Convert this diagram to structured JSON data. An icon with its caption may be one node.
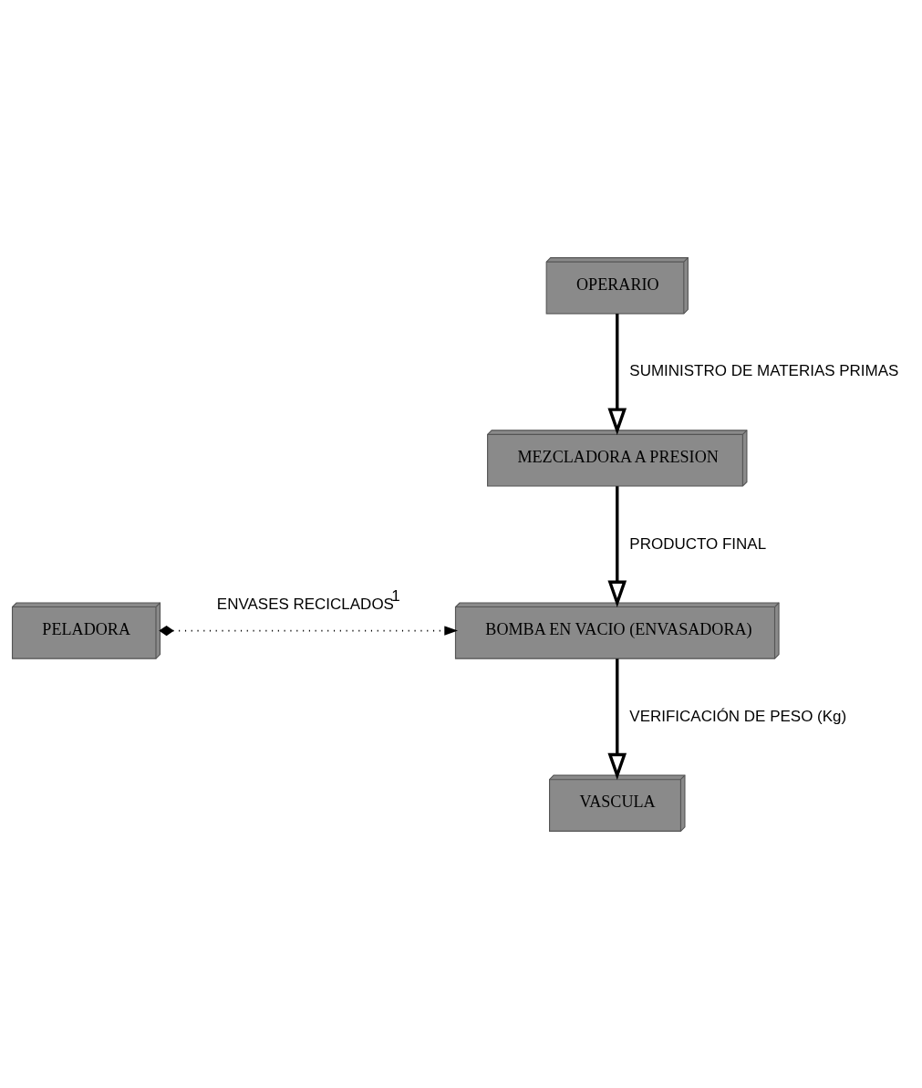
{
  "diagram": {
    "nodes": [
      {
        "text": [
          "OPERARIO"
        ]
      },
      {
        "text": [
          "MEZCLADORA A PRESION"
        ]
      },
      {
        "text": [
          "BOMBA EN VACIO (ENVASADORA)"
        ]
      },
      {
        "text": [
          "PELADORA"
        ]
      },
      {
        "text": [
          "VASCULA"
        ]
      }
    ],
    "edges": [
      {
        "from": 0,
        "to": 1,
        "arrow": "to",
        "label": "SUMINISTRO DE MATERIAS PRIMAS"
      },
      {
        "from": 1,
        "to": 2,
        "arrow": "to",
        "label": "PRODUCTO FINAL"
      },
      {
        "from": 3,
        "to": 2,
        "arrow": "to",
        "style": "dashed",
        "label": "ENVASES RECICLADOS$^{1}$"
      },
      {
        "from": 2,
        "to": 4,
        "arrow": "to",
        "label": "VERIFICACIÓN DE PESO (Kg)"
      }
    ]
  }
}
